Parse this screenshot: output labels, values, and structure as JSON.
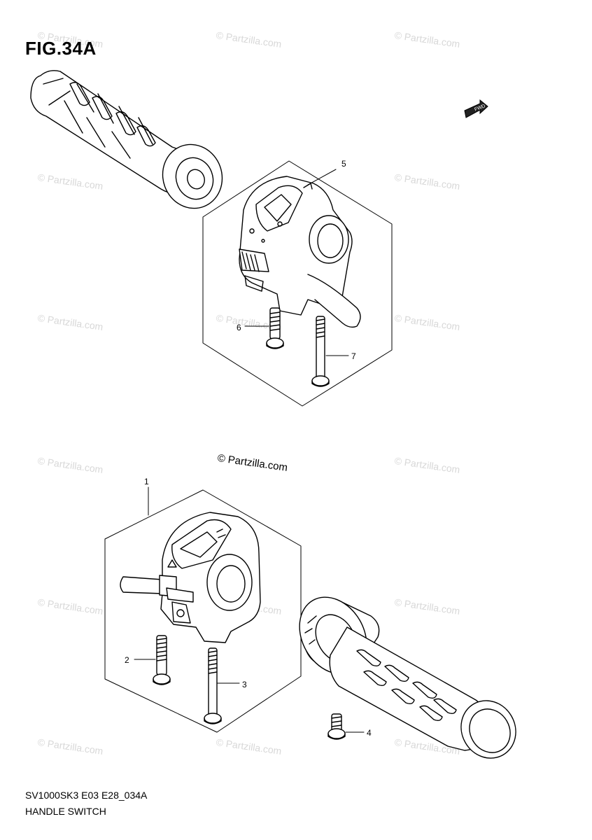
{
  "figure": {
    "title": "FIG.34A",
    "fwd_label": "FWD"
  },
  "watermark": {
    "text": "© Partzilla.com",
    "center_text": "© Partzilla.com"
  },
  "callouts": {
    "c1": "1",
    "c2": "2",
    "c3": "3",
    "c4": "4",
    "c5": "5",
    "c6": "6",
    "c7": "7"
  },
  "footer": {
    "model_code": "SV1000SK3 E03 E28_034A",
    "caption": "HANDLE SWITCH"
  }
}
